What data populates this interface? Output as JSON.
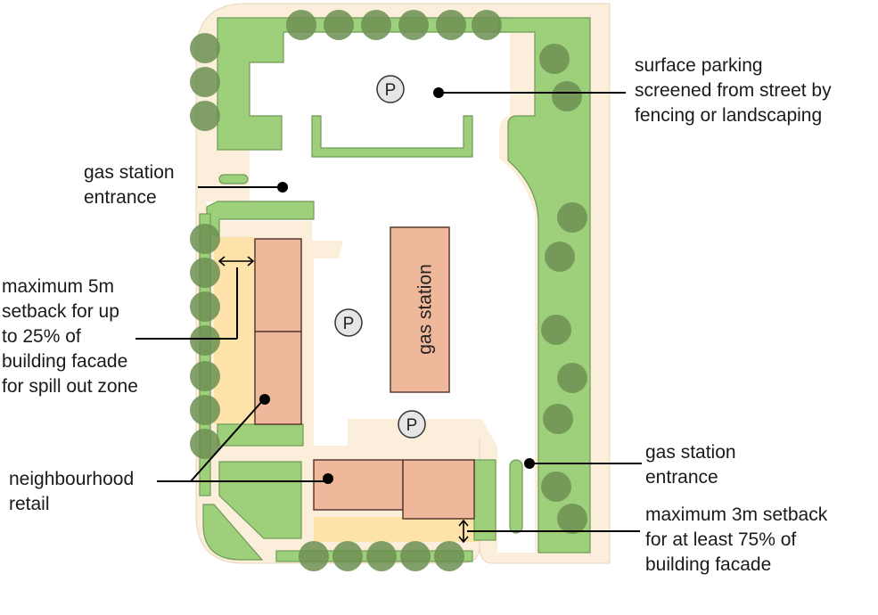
{
  "colors": {
    "sidewalk": "#fbeedb",
    "grass": "#9ed07c",
    "grass_stroke": "#6f9a55",
    "tree": "#6c8f52",
    "spillout": "#fde2aa",
    "building": "#f0b89a",
    "building_stroke": "#5a3a30",
    "leader": "#000000"
  },
  "parking_symbol": "P",
  "gas_station": {
    "label": "gas station"
  },
  "labels": {
    "surface_parking": [
      "surface parking",
      "screened from street by",
      "fencing or landscaping"
    ],
    "gas_entrance_left": [
      "gas station",
      "entrance"
    ],
    "gas_entrance_right": [
      "gas station",
      "entrance"
    ],
    "max_5m": [
      "maximum 5m",
      "setback for up",
      "to 25% of",
      "building facade",
      "for spill out zone"
    ],
    "neighbourhood_retail": [
      "neighbourhood",
      "retail"
    ],
    "max_3m": [
      "maximum 3m setback",
      "for at least 75% of",
      "building facade"
    ]
  }
}
